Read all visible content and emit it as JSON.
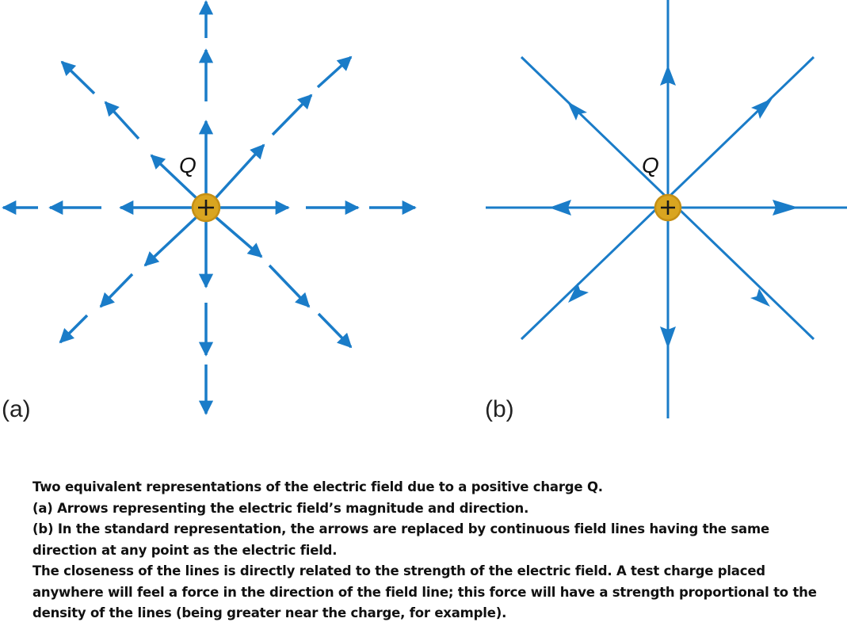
{
  "figure": {
    "panel_a": {
      "label": "(a)",
      "charge_label": "Q",
      "charge_sign": "+",
      "description": "Discrete arrows radiating outward from a positive charge, shorter and more spaced with distance"
    },
    "panel_b": {
      "label": "(b)",
      "charge_label": "Q",
      "charge_sign": "+",
      "description": "Continuous field lines radiating outward from a positive charge with direction arrowheads"
    },
    "colors": {
      "field_line": "#1a7cc8",
      "charge_fill": "#d9a520",
      "charge_ring": "#c58f14",
      "charge_sign": "#1a1a1a"
    }
  },
  "caption": {
    "lines": [
      "Two equivalent representations of the electric field due to a positive charge Q.",
      "(a) Arrows representing the electric field’s magnitude and direction.",
      "(b) In the standard representation, the arrows are replaced by continuous field lines having the same direction at any point as the electric field.",
      "The closeness of the lines is directly related to the strength of the electric field. A test charge placed anywhere will feel a force in the direction of the field line; this force will have a strength proportional to the density of the lines (being greater near the charge, for example)."
    ]
  }
}
